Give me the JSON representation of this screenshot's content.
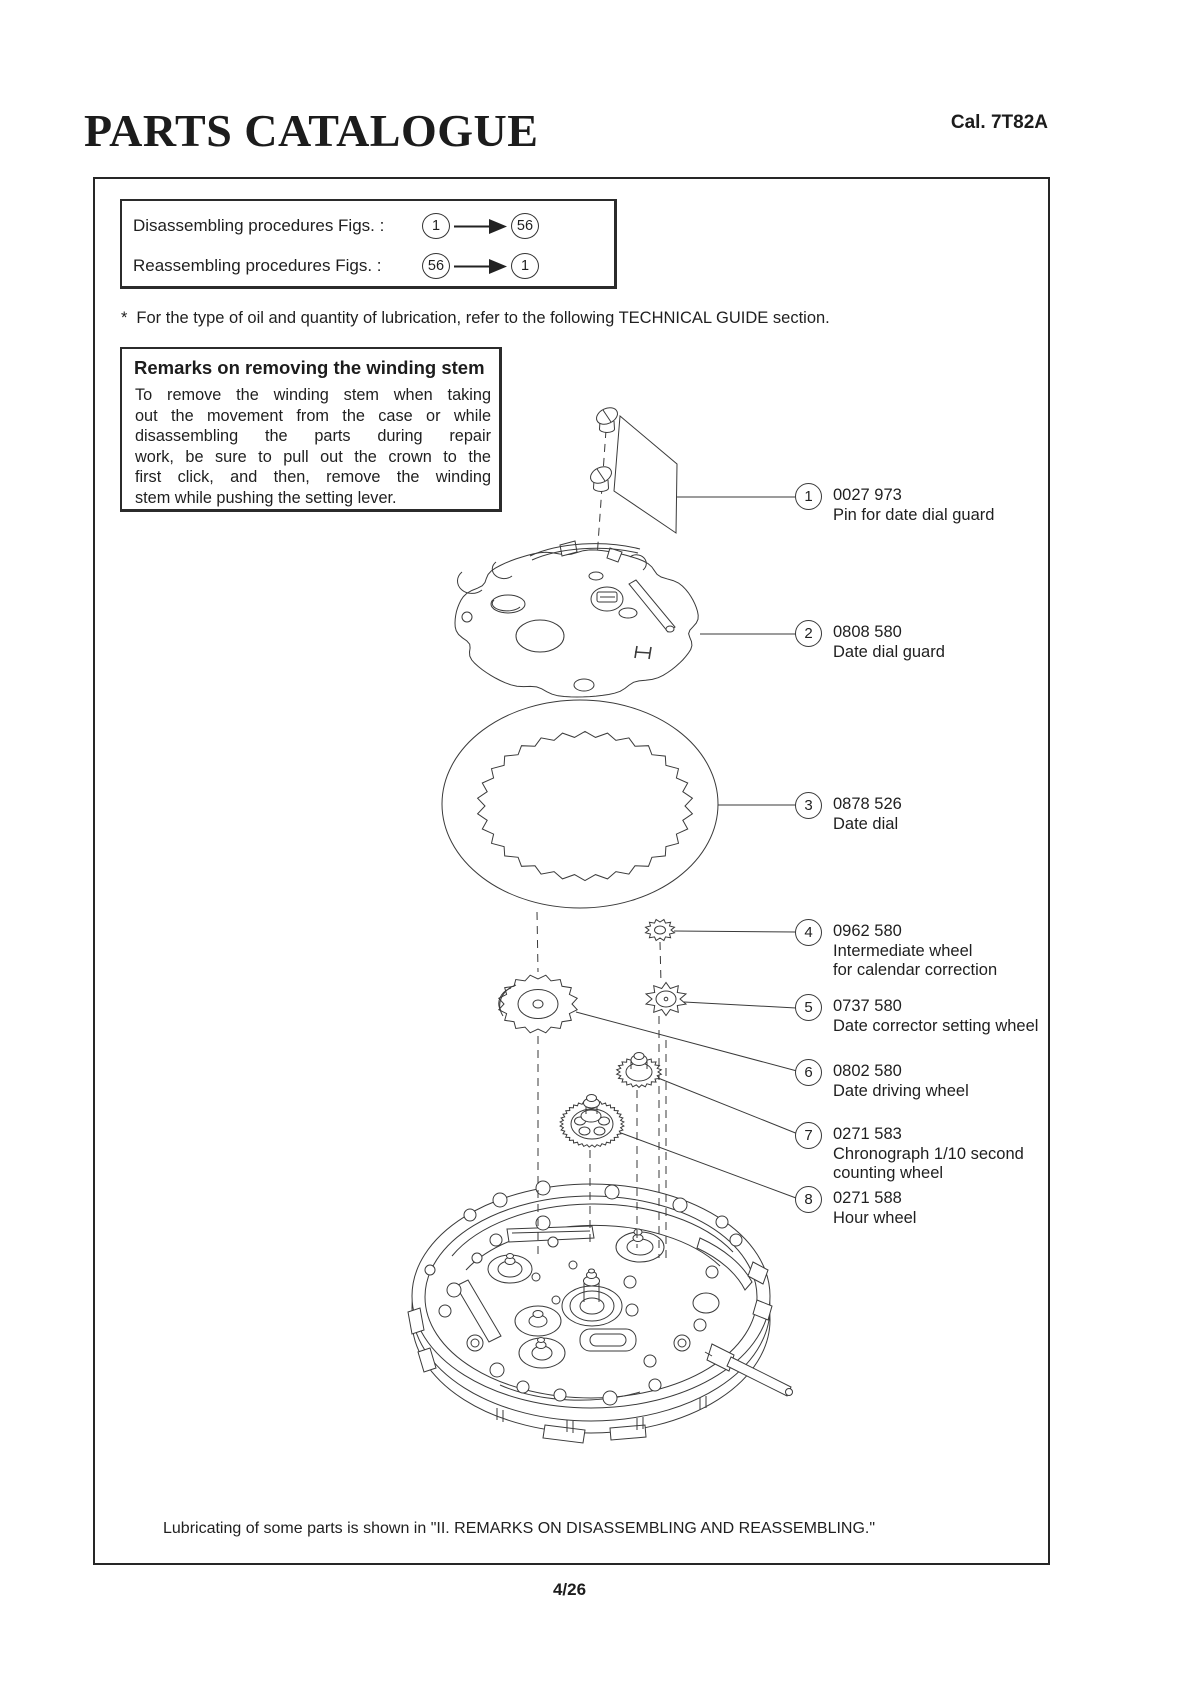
{
  "page": {
    "title": "PARTS CATALOGUE",
    "caliber": "Cal. 7T82A",
    "page_number": "4/26",
    "footer_note": "Lubricating of some parts is shown in \"II. REMARKS ON DISASSEMBLING AND REASSEMBLING.\"",
    "oil_note_marker": "*",
    "oil_note": "For the type of oil and quantity of lubrication, refer to the following TECHNICAL GUIDE section."
  },
  "procedures": {
    "rows": [
      {
        "label": "Disassembling procedures Figs. :",
        "from": "1",
        "to": "56"
      },
      {
        "label": "Reassembling procedures Figs. :",
        "from": "56",
        "to": "1"
      }
    ]
  },
  "remarks": {
    "title": "Remarks on removing the winding stem",
    "lines": [
      "To remove the winding stem when taking",
      "out the movement from the case or while",
      "disassembling the parts during repair",
      "work, be sure to pull out the crown to the",
      "first click, and then, remove the winding",
      "stem while pushing the setting lever."
    ]
  },
  "parts": [
    {
      "num": "1",
      "code": "0027 973",
      "name_line1": "Pin for date dial guard",
      "name_line2": ""
    },
    {
      "num": "2",
      "code": "0808 580",
      "name_line1": "Date dial guard",
      "name_line2": ""
    },
    {
      "num": "3",
      "code": "0878 526",
      "name_line1": "Date dial",
      "name_line2": ""
    },
    {
      "num": "4",
      "code": "0962 580",
      "name_line1": "Intermediate wheel",
      "name_line2": "for calendar correction"
    },
    {
      "num": "5",
      "code": "0737 580",
      "name_line1": "Date corrector setting wheel",
      "name_line2": ""
    },
    {
      "num": "6",
      "code": "0802 580",
      "name_line1": "Date driving wheel",
      "name_line2": ""
    },
    {
      "num": "7",
      "code": "0271 583",
      "name_line1": "Chronograph 1/10 second",
      "name_line2": "counting wheel"
    },
    {
      "num": "8",
      "code": "0271 588",
      "name_line1": "Hour wheel",
      "name_line2": ""
    }
  ],
  "colors": {
    "ink": "#1f1f1f",
    "line": "#3a3a3a"
  }
}
